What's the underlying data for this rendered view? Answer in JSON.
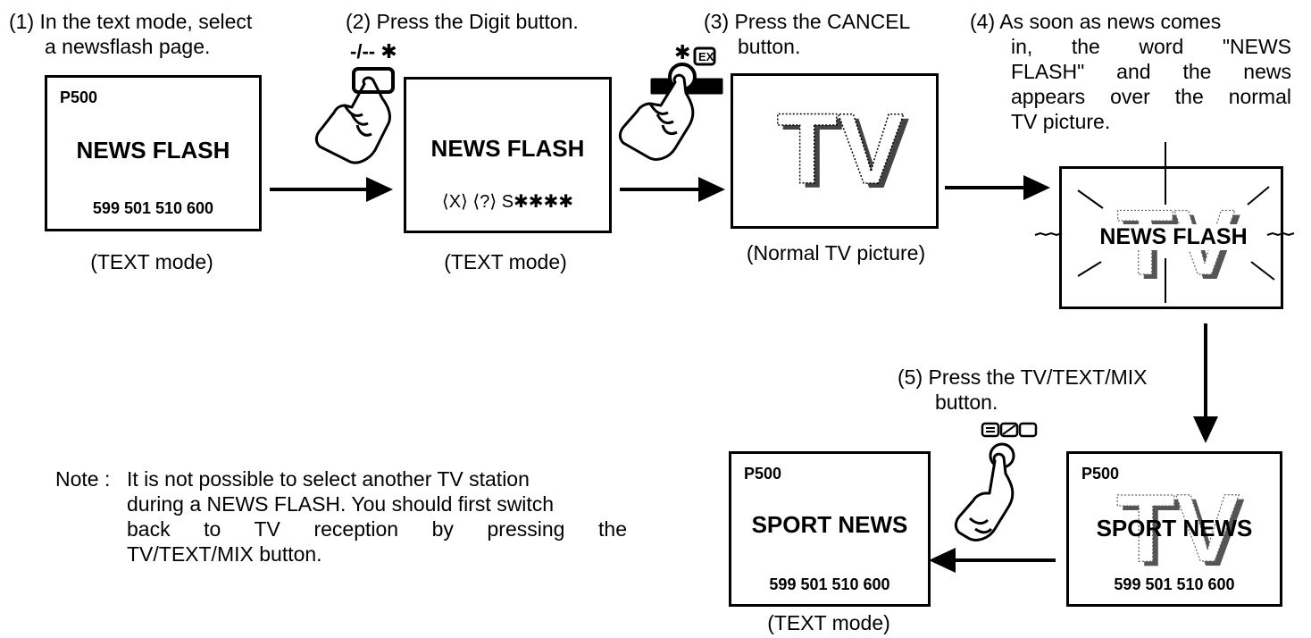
{
  "steps": {
    "s1": [
      "(1) In the text mode, select",
      "a newsflash page."
    ],
    "s2": "(2) Press the Digit button.",
    "s3": [
      "(3) Press the CANCEL",
      "button."
    ],
    "s4": [
      "(4) As soon as news comes",
      "in, the word \"NEWS",
      "FLASH\" and the news",
      "appears over the normal",
      "TV picture."
    ],
    "s5": [
      "(5) Press the TV/TEXT/MIX",
      "button."
    ]
  },
  "screens": {
    "screen1": {
      "page": "P500",
      "headline": "NEWS FLASH",
      "pages": "599  501  510  600",
      "mode": "(TEXT mode)"
    },
    "screen2": {
      "headline": "NEWS FLASH",
      "codes": "⟨X⟩ ⟨?⟩ S✱✱✱✱",
      "mode": "(TEXT mode)"
    },
    "screen3": {
      "logo": "TV",
      "mode": "(Normal TV picture)"
    },
    "screen4": {
      "logo": "TV",
      "headline": "NEWS FLASH"
    },
    "screen5": {
      "page": "P500",
      "logo": "TV",
      "headline": "SPORT NEWS",
      "pages": "599  501  510  600"
    },
    "screen6": {
      "page": "P500",
      "headline": "SPORT NEWS",
      "pages": "599  501  510  600",
      "mode": "(TEXT mode)"
    }
  },
  "buttons": {
    "digit_label": "-/-- ✱",
    "cancel_label": "✱"
  },
  "note": {
    "prefix": "Note :",
    "lines": [
      "It is not possible to select another TV station",
      "during a NEWS FLASH.  You should first switch",
      "back  to  TV  reception  by  pressing  the",
      "TV/TEXT/MIX button."
    ]
  }
}
